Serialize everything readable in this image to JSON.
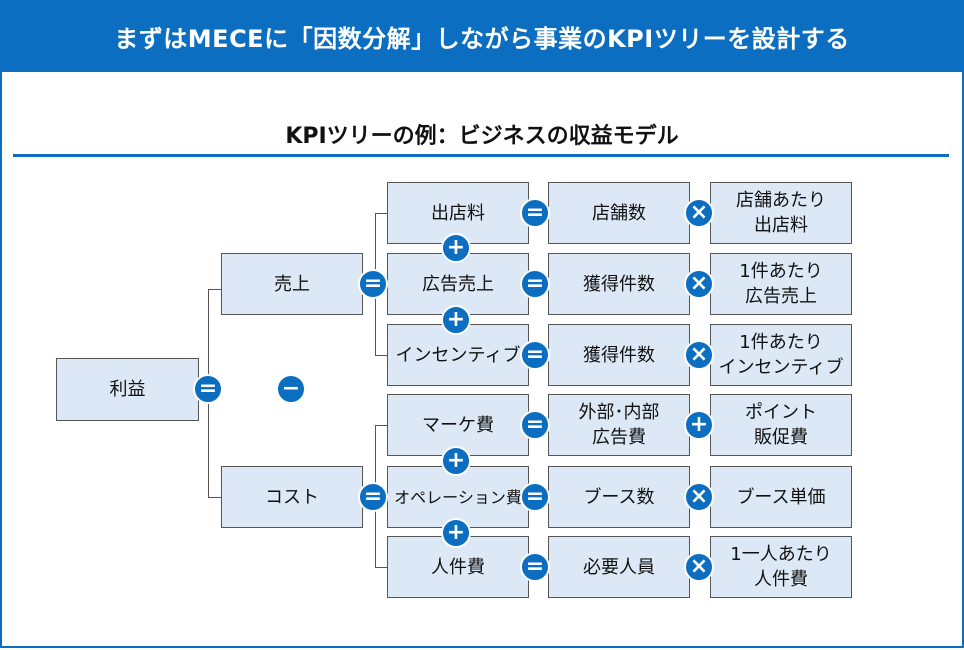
{
  "header": {
    "title": "まずはMECEに「因数分解」しながら事業のKPIツリーを設計する"
  },
  "diagram": {
    "subtitle": "KPIツリーの例：ビジネスの収益モデル",
    "root": "利益",
    "level1": {
      "sales": "売上",
      "cost": "コスト"
    },
    "sales_rows": [
      {
        "item": "出店料",
        "factor_a": "店舗数",
        "factor_b": "店舗あたり\n出店料"
      },
      {
        "item": "広告売上",
        "factor_a": "獲得件数",
        "factor_b": "1件あたり\n広告売上"
      },
      {
        "item": "インセンティブ",
        "factor_a": "獲得件数",
        "factor_b": "1件あたり\nインセンティブ"
      }
    ],
    "cost_rows": [
      {
        "item": "マーケ費",
        "factor_a": "外部･内部\n広告費",
        "factor_b": "ポイント\n販促費"
      },
      {
        "item": "オペレーション費",
        "factor_a": "ブース数",
        "factor_b": "ブース単価"
      },
      {
        "item": "人件費",
        "factor_a": "必要人員",
        "factor_b": "1一人あたり\n人件費"
      }
    ],
    "operators": {
      "equals": "=",
      "plus": "+",
      "minus": "−",
      "times": "×"
    }
  },
  "colors": {
    "accent": "#0c6ec0",
    "box_fill": "#dce8f5",
    "line": "#555555"
  }
}
